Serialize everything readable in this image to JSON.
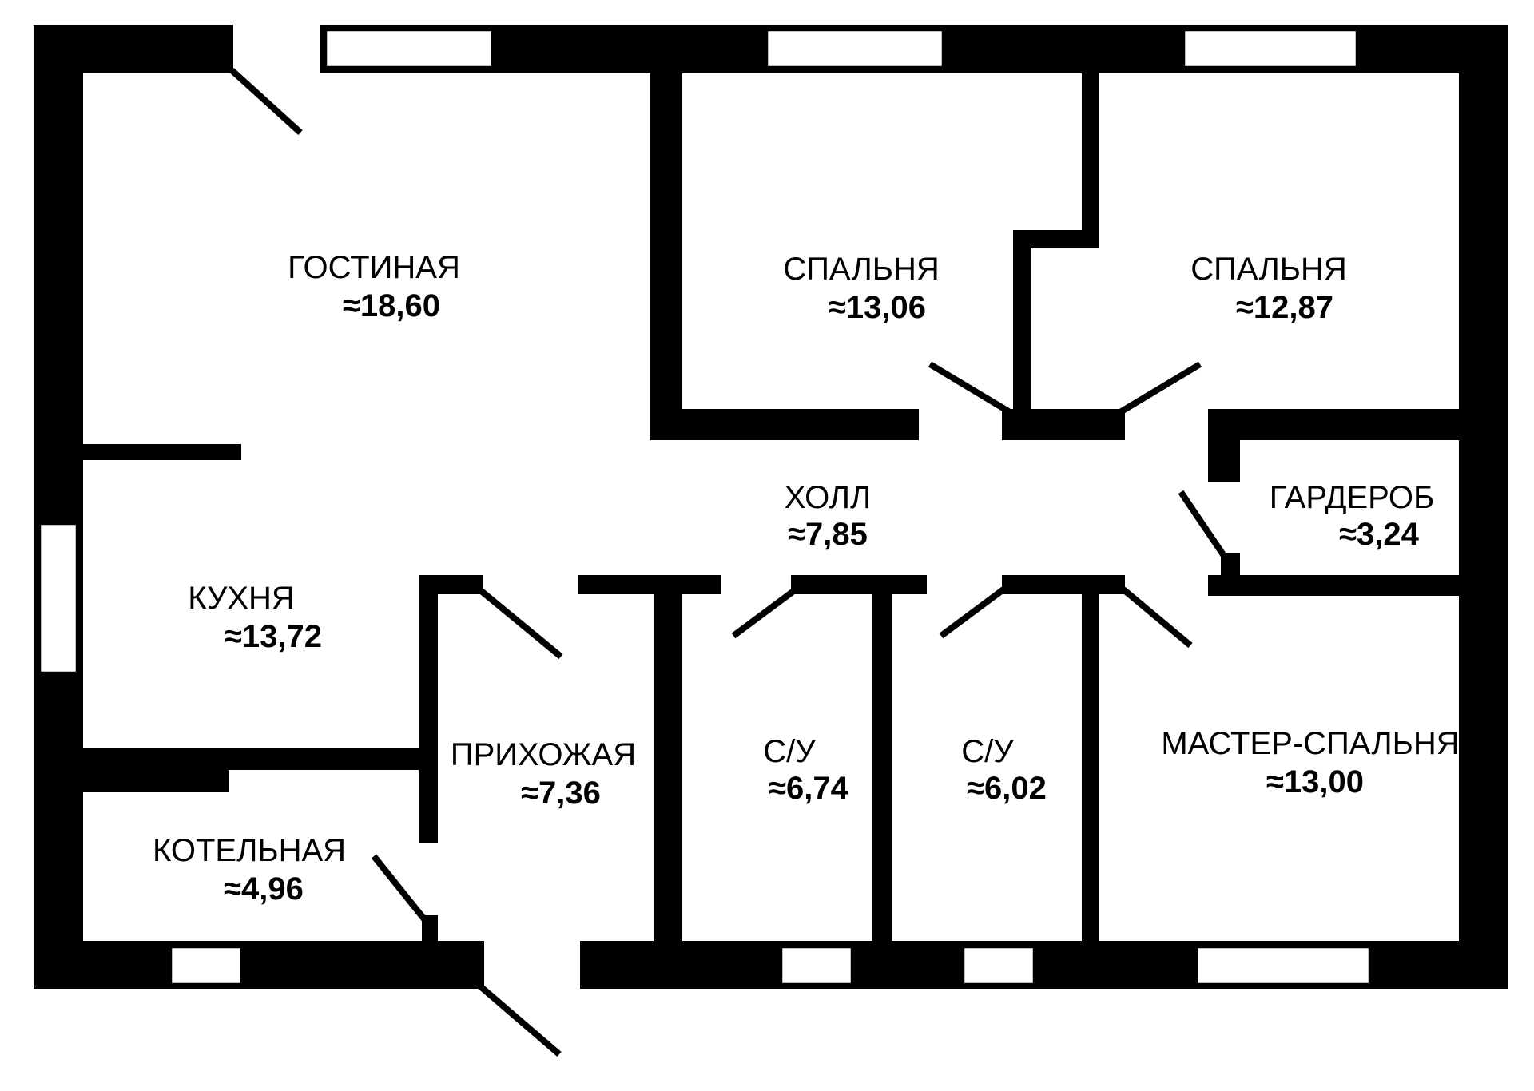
{
  "rooms": {
    "living": {
      "name": "ГОСТИНАЯ",
      "area": "≈18,60"
    },
    "bedroom1": {
      "name": "СПАЛЬНЯ",
      "area": "≈13,06"
    },
    "bedroom2": {
      "name": "СПАЛЬНЯ",
      "area": "≈12,87"
    },
    "hall": {
      "name": "ХОЛЛ",
      "area": "≈7,85"
    },
    "wardrobe": {
      "name": "ГАРДЕРОБ",
      "area": "≈3,24"
    },
    "kitchen": {
      "name": "КУХНЯ",
      "area": "≈13,72"
    },
    "entrance": {
      "name": "ПРИХОЖАЯ",
      "area": "≈7,36"
    },
    "bathroom1": {
      "name": "С/У",
      "area": "≈6,74"
    },
    "bathroom2": {
      "name": "С/У",
      "area": "≈6,02"
    },
    "master": {
      "name": "МАСТЕР-СПАЛЬНЯ",
      "area": "≈13,00"
    },
    "boiler": {
      "name": "КОТЕЛЬНАЯ",
      "area": "≈4,96"
    }
  },
  "colors": {
    "wall": "#000000",
    "background": "#ffffff"
  }
}
